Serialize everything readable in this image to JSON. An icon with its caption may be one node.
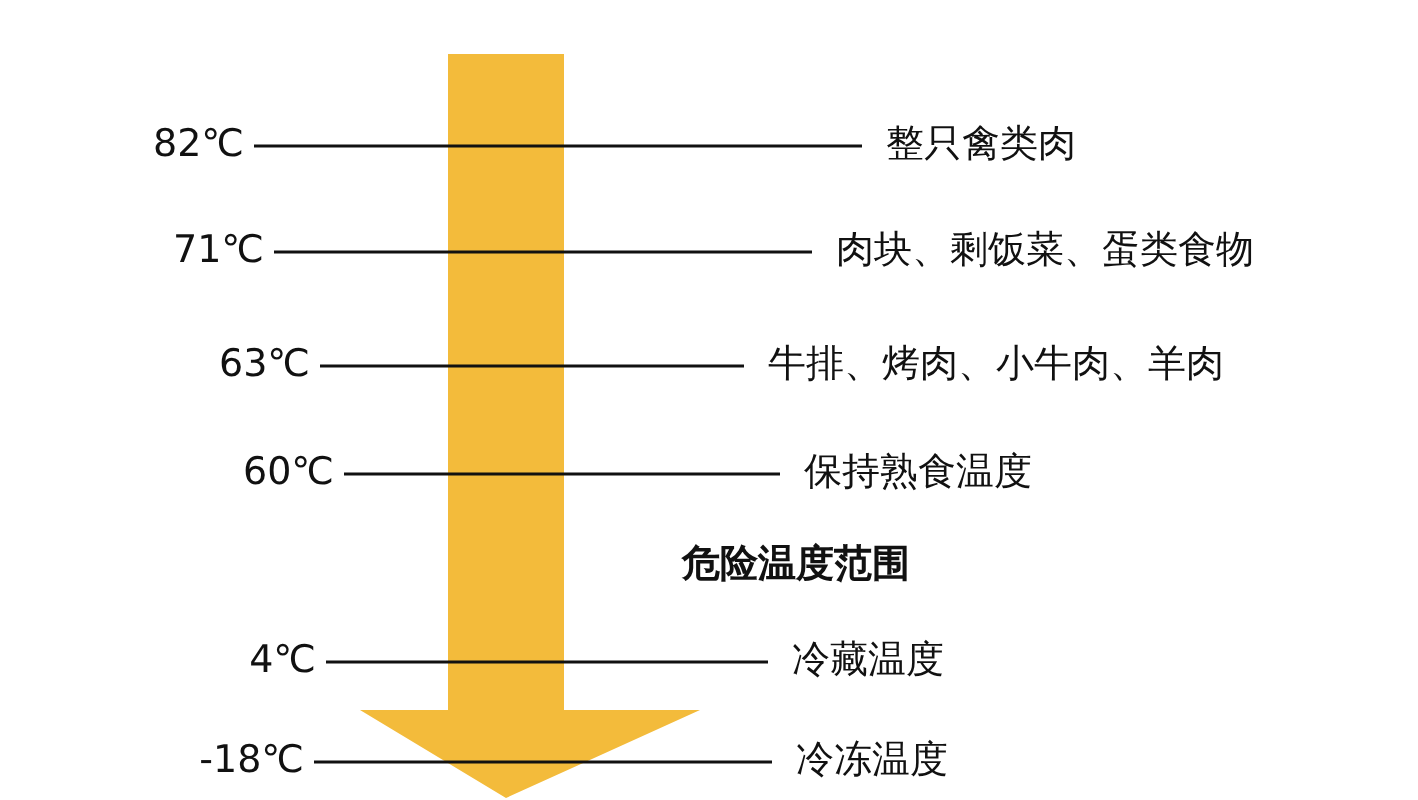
{
  "diagram": {
    "nodes": [
      {
        "text": [
          "82℃"
        ]
      },
      {
        "text": [
          "整只禽类肉"
        ]
      },
      {
        "text": [
          "71℃"
        ]
      },
      {
        "text": [
          "肉块、剩饭菜、蛋类食物"
        ]
      },
      {
        "text": [
          "63℃"
        ]
      },
      {
        "text": [
          "牛排、烤肉、小牛肉、羊肉"
        ]
      },
      {
        "text": [
          "60℃"
        ]
      },
      {
        "text": [
          "保持熟食温度"
        ]
      },
      {
        "text": [
          "4℃"
        ]
      },
      {
        "text": [
          "冷藏温度"
        ]
      },
      {
        "text": [
          "-18℃"
        ]
      },
      {
        "text": [
          "冷冻温度"
        ]
      }
    ],
    "edges": [
      {
        "from": 0,
        "to": 1,
        "arrow": "none"
      },
      {
        "from": 2,
        "to": 3,
        "arrow": "none"
      },
      {
        "from": 4,
        "to": 5,
        "arrow": "none"
      },
      {
        "from": 6,
        "to": 7,
        "arrow": "none"
      },
      {
        "from": 8,
        "to": 9,
        "arrow": "none"
      },
      {
        "from": 10,
        "to": 11,
        "arrow": "none"
      }
    ],
    "labels": [
      "危险温度范围"
    ]
  }
}
